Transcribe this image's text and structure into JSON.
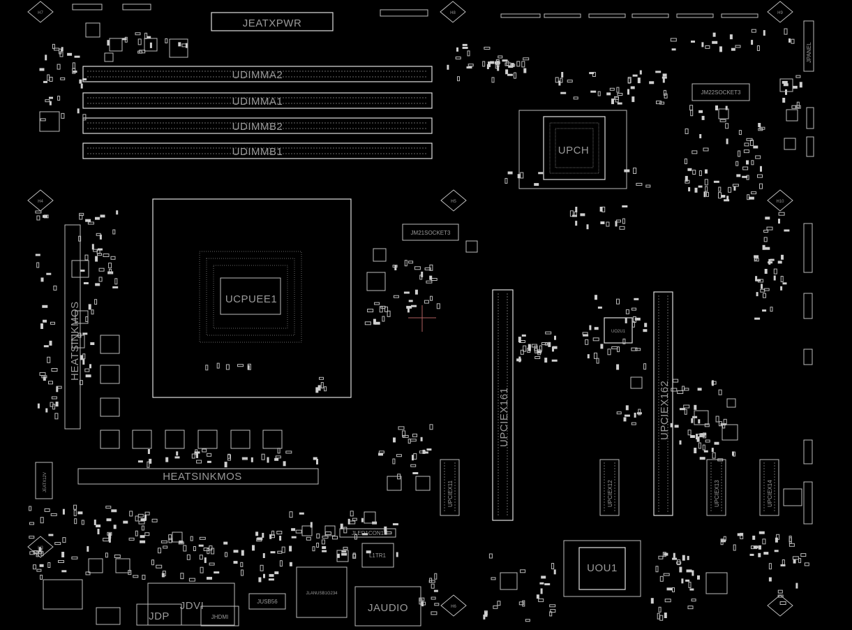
{
  "labels": {
    "jeatxpwr": "JEATXPWR",
    "udimma2": "UDIMMA2",
    "udimma1": "UDIMMA1",
    "udimmb2": "UDIMMB2",
    "udimmb1": "UDIMMB1",
    "jm21socket3": "JM21SOCKET3",
    "jm22socket3": "JM22SOCKET3",
    "ucpu1": "UCPUEE1",
    "upch": "UPCH",
    "upciex161": "UPCIEX161",
    "upciex162": "UPCIEX162",
    "upciex11": "UPCIEX11",
    "upciex12": "UPCIEX12",
    "upciex13": "UPCIEX13",
    "upciex14": "UPCIEX14",
    "uou1": "UOU1",
    "uo2u1": "UO2U1",
    "jled1con1": "JLED1CON1",
    "l1tr1": "L1TR1",
    "jaudio": "JAUDIO",
    "jlanusb": "JLANUSB1G234",
    "jusb56": "JUSB56",
    "jdvi": "JDVI",
    "jdp": "JDP",
    "jhdmi": "JHDMI",
    "jpanel": "JPANEL",
    "jatx12v": "JEATX12V",
    "heatsink_left": "HEATSINKMOS",
    "heatsink_bottom": "HEATSINKMOS",
    "h7": "H7",
    "h8": "H8",
    "h4": "H4",
    "h5": "H5",
    "h6": "H6",
    "h9": "H9",
    "h3": "H3",
    "h10": "H10"
  }
}
